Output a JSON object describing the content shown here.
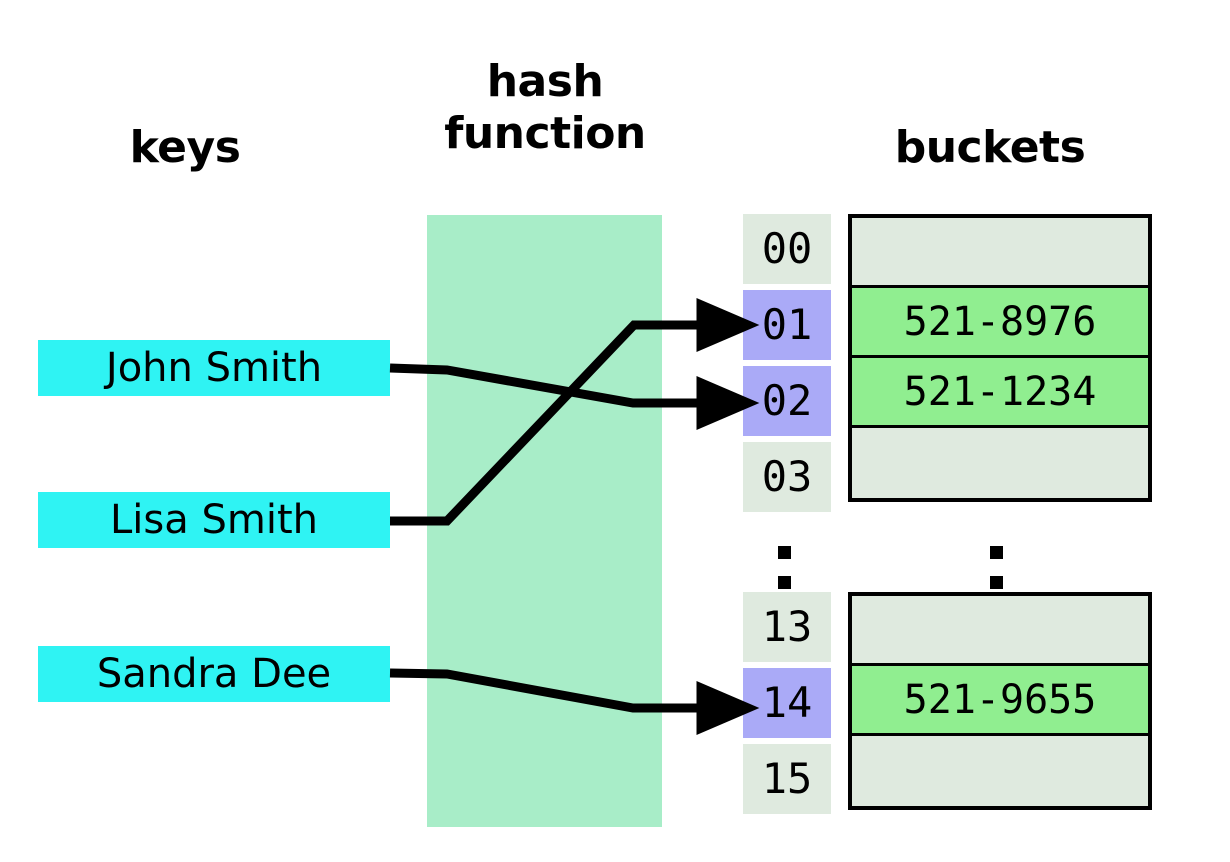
{
  "headings": {
    "keys": "keys",
    "hash_function": "hash\nfunction",
    "buckets": "buckets"
  },
  "keys": [
    {
      "label": "John Smith"
    },
    {
      "label": "Lisa Smith"
    },
    {
      "label": "Sandra Dee"
    }
  ],
  "index_groups": [
    {
      "cells": [
        {
          "index": "00",
          "highlighted": false
        },
        {
          "index": "01",
          "highlighted": true
        },
        {
          "index": "02",
          "highlighted": true
        },
        {
          "index": "03",
          "highlighted": false
        }
      ]
    },
    {
      "cells": [
        {
          "index": "13",
          "highlighted": false
        },
        {
          "index": "14",
          "highlighted": true
        },
        {
          "index": "15",
          "highlighted": false
        }
      ]
    }
  ],
  "bucket_groups": [
    {
      "rows": [
        {
          "value": "",
          "filled": false
        },
        {
          "value": "521-8976",
          "filled": true
        },
        {
          "value": "521-1234",
          "filled": true
        },
        {
          "value": "",
          "filled": false
        }
      ]
    },
    {
      "rows": [
        {
          "value": "",
          "filled": false
        },
        {
          "value": "521-9655",
          "filled": true
        },
        {
          "value": "",
          "filled": false
        }
      ]
    }
  ],
  "ellipsis": {
    "index_column": ":",
    "bucket_column": ":"
  },
  "mappings": [
    {
      "key": "John Smith",
      "index": "02",
      "value": "521-1234"
    },
    {
      "key": "Lisa Smith",
      "index": "01",
      "value": "521-8976"
    },
    {
      "key": "Sandra Dee",
      "index": "14",
      "value": "521-9655"
    }
  ],
  "colors": {
    "key_box": "#2ff3f3",
    "hash_band": "#a8edc8",
    "index_plain": "#dfeadf",
    "index_highlight": "#aaaaf7",
    "bucket_empty": "#dfeadf",
    "bucket_filled": "#90ee90",
    "stroke": "#000000",
    "background": "#ffffff"
  }
}
